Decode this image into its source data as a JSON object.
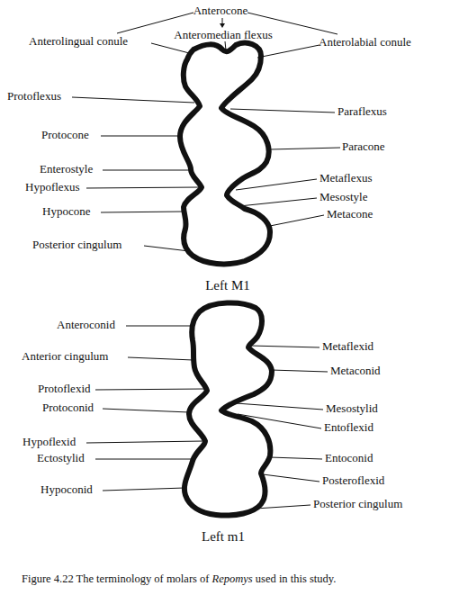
{
  "diagram": {
    "caption": "Figure 4.22 The terminology of molars of Repomys used in this study.",
    "labels": [
      "Anterocone",
      "Anteromedian flexus",
      "Anterolingual conule",
      "Anterolabial conule",
      "Protoflexus",
      "Paraflexus",
      "Protocone",
      "Paracone",
      "Enterostyle",
      "Metaflexus",
      "Hypoflexus",
      "Mesostyle",
      "Hypocone",
      "Metacone",
      "Posterior cingulum",
      "Left M1",
      "Anteroconid",
      "Metaflexid",
      "Anterior cingulum",
      "Metaconid",
      "Protoflexid",
      "Mesostylid",
      "Protoconid",
      "Entoflexid",
      "Hypoflexid",
      "Entoconid",
      "Ectostylid",
      "Posteroflexid",
      "Hypoconid",
      "Posterior cingulum",
      "Left m1"
    ]
  }
}
